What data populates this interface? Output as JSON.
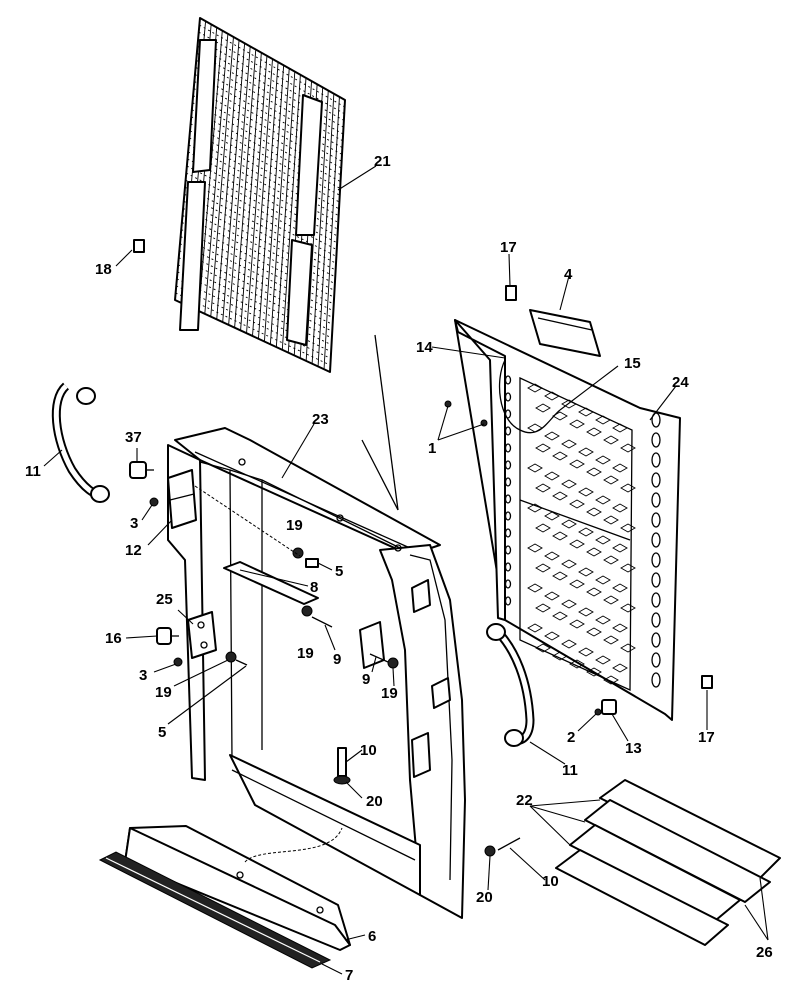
{
  "callouts": {
    "c1": "1",
    "c2": "2",
    "c3a": "3",
    "c3b": "3",
    "c4": "4",
    "c5a": "5",
    "c5b": "5",
    "c6": "6",
    "c7": "7",
    "c8": "8",
    "c9a": "9",
    "c9b": "9",
    "c10a": "10",
    "c10b": "10",
    "c11a": "11",
    "c11b": "11",
    "c12": "12",
    "c13": "13",
    "c14": "14",
    "c15": "15",
    "c16": "16",
    "c17a": "17",
    "c17b": "17",
    "c18": "18",
    "c19a": "19",
    "c19b": "19",
    "c19c": "19",
    "c19d": "19",
    "c20a": "20",
    "c20b": "20",
    "c21": "21",
    "c22": "22",
    "c23": "23",
    "c24": "24",
    "c25": "25",
    "c26": "26",
    "c37": "37"
  },
  "colors": {
    "line": "#000000",
    "background": "#ffffff"
  }
}
